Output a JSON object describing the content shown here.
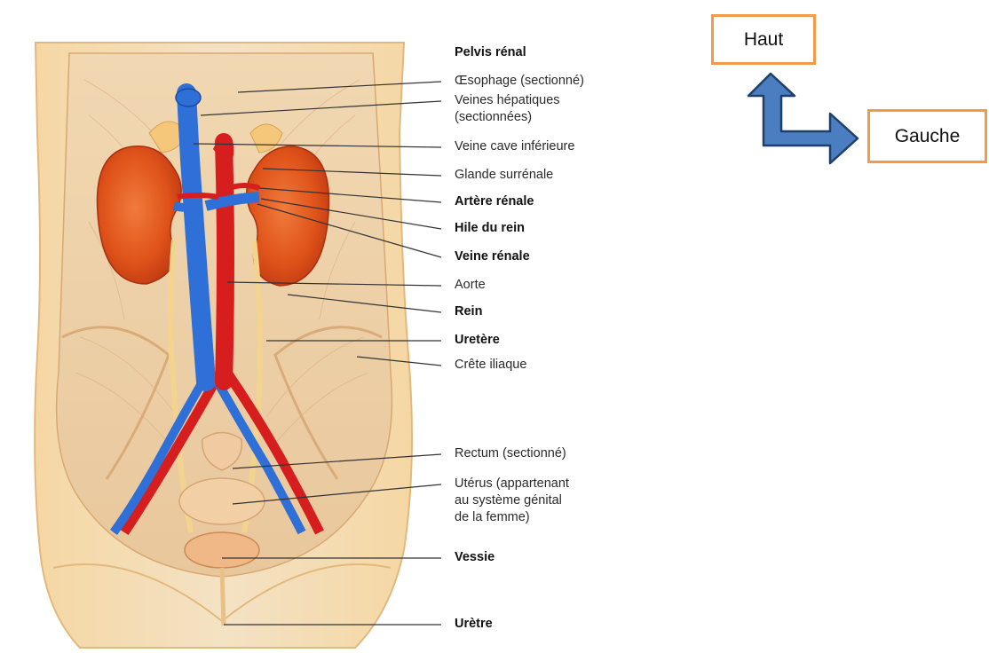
{
  "labels": [
    {
      "id": "pelvis-renal",
      "text": "Pelvis rénal",
      "bold": true
    },
    {
      "id": "oesophage",
      "text": "Œsophage (sectionné)",
      "bold": false
    },
    {
      "id": "veines-hepatiques-1",
      "text": "Veines hépatiques",
      "bold": false
    },
    {
      "id": "veines-hepatiques-2",
      "text": "(sectionnées)",
      "bold": false
    },
    {
      "id": "veine-cave",
      "text": "Veine cave inférieure",
      "bold": false
    },
    {
      "id": "glande-surrenale",
      "text": "Glande surrénale",
      "bold": false
    },
    {
      "id": "artere-renale",
      "text": "Artère rénale",
      "bold": true
    },
    {
      "id": "hile-du-rein",
      "text": "Hile du rein",
      "bold": true
    },
    {
      "id": "veine-renale",
      "text": "Veine rénale",
      "bold": true
    },
    {
      "id": "aorte",
      "text": "Aorte",
      "bold": false
    },
    {
      "id": "rein",
      "text": "Rein",
      "bold": true
    },
    {
      "id": "uretere",
      "text": "Uretère",
      "bold": true
    },
    {
      "id": "crete-iliaque",
      "text": "Crête iliaque",
      "bold": false
    },
    {
      "id": "rectum",
      "text": "Rectum (sectionné)",
      "bold": false
    },
    {
      "id": "uterus-1",
      "text": "Utérus (appartenant",
      "bold": false
    },
    {
      "id": "uterus-2",
      "text": "au système génital",
      "bold": false
    },
    {
      "id": "uterus-3",
      "text": "de la femme)",
      "bold": false
    },
    {
      "id": "vessie",
      "text": "Vessie",
      "bold": true
    },
    {
      "id": "uretre",
      "text": "Urètre",
      "bold": true
    }
  ],
  "orientation": {
    "haut": "Haut",
    "gauche": "Gauche",
    "box_border_color": "#f29a48",
    "arrow_fill": "#4a7ec0",
    "arrow_stroke": "#1f3f6a"
  },
  "colors": {
    "kidney": "#e0531a",
    "vein": "#2f6fd8",
    "artery": "#d61e1e",
    "skin": "#f7d9ab",
    "muscle": "#eecfa6"
  }
}
